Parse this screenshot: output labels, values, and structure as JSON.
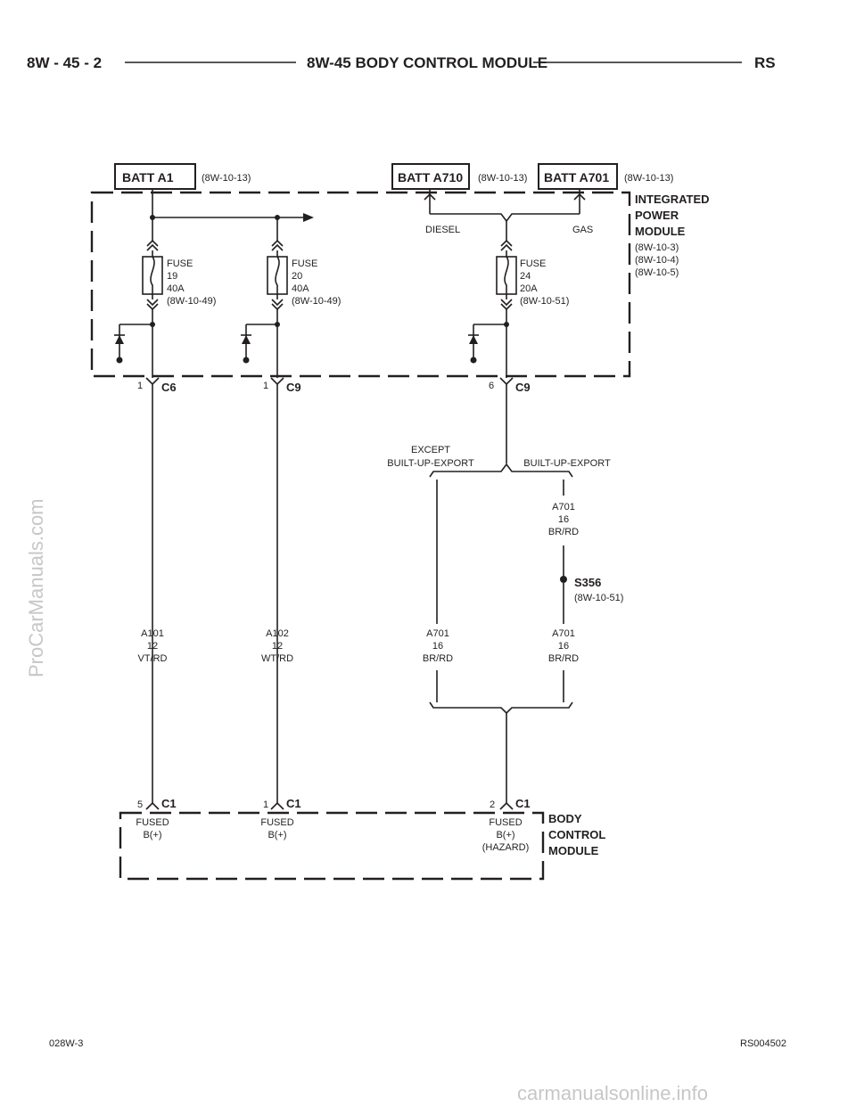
{
  "header": {
    "left": "8W - 45 - 2",
    "title": "8W-45 BODY CONTROL MODULE",
    "right": "RS"
  },
  "sources": [
    {
      "name": "BATT A1",
      "ref": "(8W-10-13)"
    },
    {
      "name": "BATT A710",
      "ref": "(8W-10-13)"
    },
    {
      "name": "BATT A701",
      "ref": "(8W-10-13)"
    }
  ],
  "ipm": {
    "title": [
      "INTEGRATED",
      "POWER",
      "MODULE"
    ],
    "refs": [
      "(8W-10-3)",
      "(8W-10-4)",
      "(8W-10-5)"
    ]
  },
  "options": {
    "diesel": "DIESEL",
    "gas": "GAS"
  },
  "fuses": [
    {
      "label": "FUSE",
      "number": "19",
      "rating": "40A",
      "ref": "(8W-10-49)"
    },
    {
      "label": "FUSE",
      "number": "20",
      "rating": "40A",
      "ref": "(8W-10-49)"
    },
    {
      "label": "FUSE",
      "number": "24",
      "rating": "20A",
      "ref": "(8W-10-51)"
    }
  ],
  "ipm_connectors": [
    {
      "pin": "1",
      "name": "C6"
    },
    {
      "pin": "1",
      "name": "C9"
    },
    {
      "pin": "6",
      "name": "C9"
    }
  ],
  "branches": {
    "except_1": "EXCEPT",
    "except_2": "BUILT-UP-EXPORT",
    "builtup": "BUILT-UP-EXPORT"
  },
  "splice": {
    "name": "S356",
    "ref": "(8W-10-51)"
  },
  "wires": [
    {
      "circuit": "A101",
      "gauge": "12",
      "color": "VT/RD"
    },
    {
      "circuit": "A102",
      "gauge": "12",
      "color": "WT/RD"
    },
    {
      "circuit": "A701",
      "gauge": "16",
      "color": "BR/RD"
    },
    {
      "circuit": "A701",
      "gauge": "16",
      "color": "BR/RD"
    },
    {
      "circuit": "A701",
      "gauge": "16",
      "color": "BR/RD"
    }
  ],
  "bcm_connectors": [
    {
      "pin": "5",
      "name": "C1",
      "func1": "FUSED",
      "func2": "B(+)",
      "func3": ""
    },
    {
      "pin": "1",
      "name": "C1",
      "func1": "FUSED",
      "func2": "B(+)",
      "func3": ""
    },
    {
      "pin": "2",
      "name": "C1",
      "func1": "FUSED",
      "func2": "B(+)",
      "func3": "(HAZARD)"
    }
  ],
  "bcm": {
    "title": [
      "BODY",
      "CONTROL",
      "MODULE"
    ]
  },
  "footer": {
    "left": "028W-3",
    "right": "RS004502"
  },
  "watermarks": {
    "side": "ProCarManuals.com",
    "bottom": "carmanualsonline.info"
  }
}
